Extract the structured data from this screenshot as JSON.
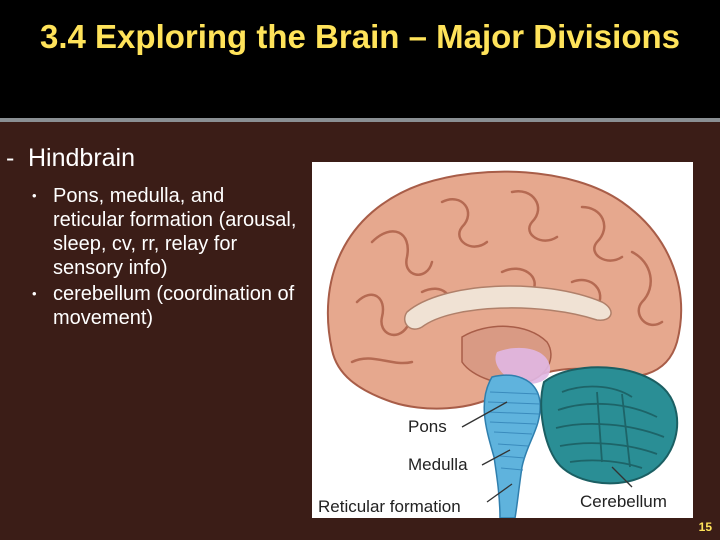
{
  "slide": {
    "title": "3.4 Exploring the Brain – Major Divisions",
    "level1_marker": "-",
    "level1_text": "Hindbrain",
    "bullet_marker": "•",
    "bullets": [
      "Pons, medulla, and reticular formation (arousal, sleep, cv, rr, relay for sensory info)",
      "cerebellum (coordination of movement)"
    ],
    "page_number": "15"
  },
  "figure": {
    "icon": "brain-sagittal-illustration",
    "labels": {
      "pons": "Pons",
      "medulla": "Medulla",
      "reticular_formation": "Reticular formation",
      "cerebellum": "Cerebellum"
    }
  },
  "colors": {
    "title_bar": "#000000",
    "title_text": "#ffe35a",
    "background": "#3b1d17",
    "body_text": "#ffffff",
    "rule": "#8a8f93"
  }
}
